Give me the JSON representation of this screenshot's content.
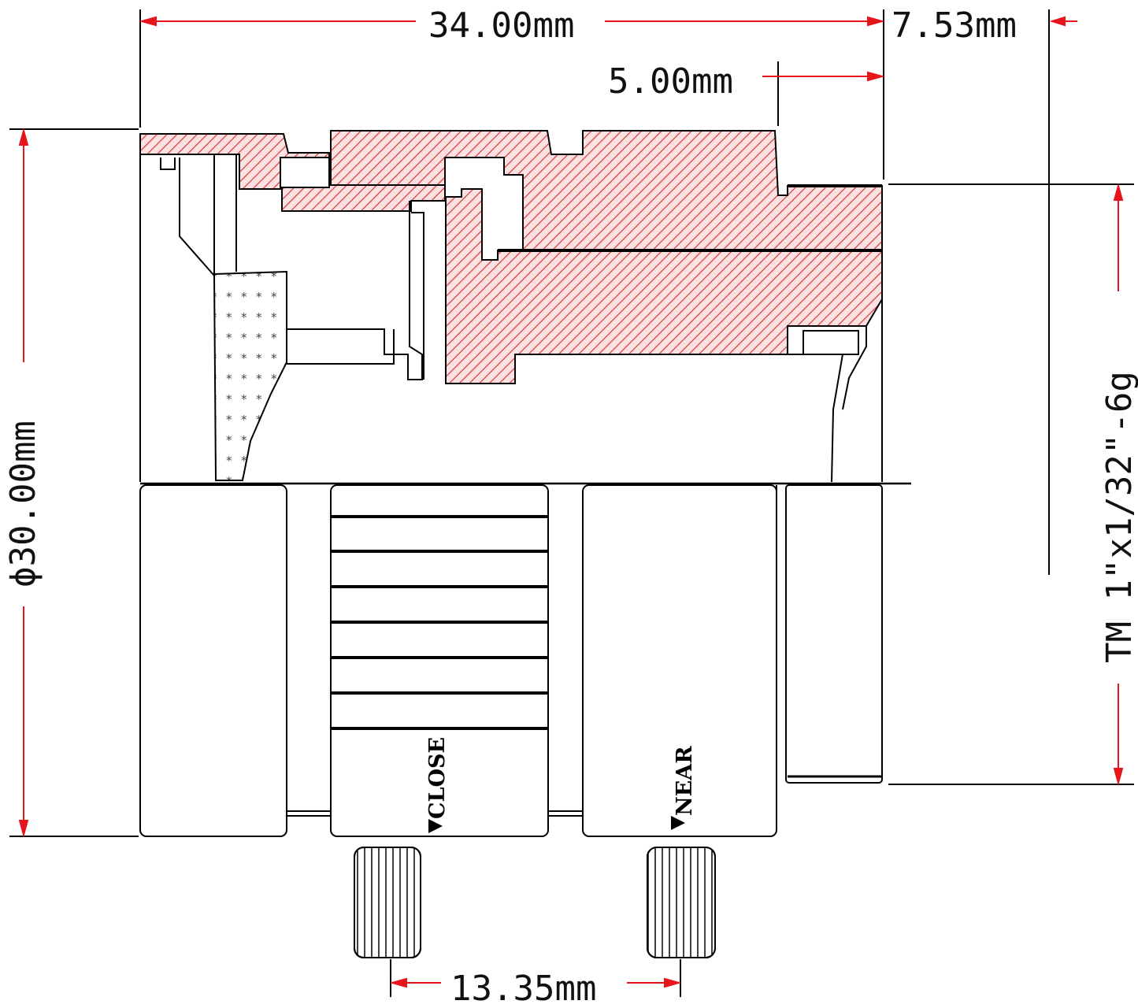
{
  "dimensions": {
    "overall_length": "34.00mm",
    "back_length": "7.53mm",
    "thread_length": "5.00mm",
    "diameter": "ϕ30.00mm",
    "thread_spec": "TM  1\"x1/32\"-6g",
    "knob_spacing": "13.35mm"
  },
  "ring_labels": {
    "close": "CLOSE",
    "near": "NEAR"
  },
  "colors": {
    "dimension_line": "#e8141b",
    "section_hatch": "#d33a3a",
    "outline": "#000000"
  }
}
